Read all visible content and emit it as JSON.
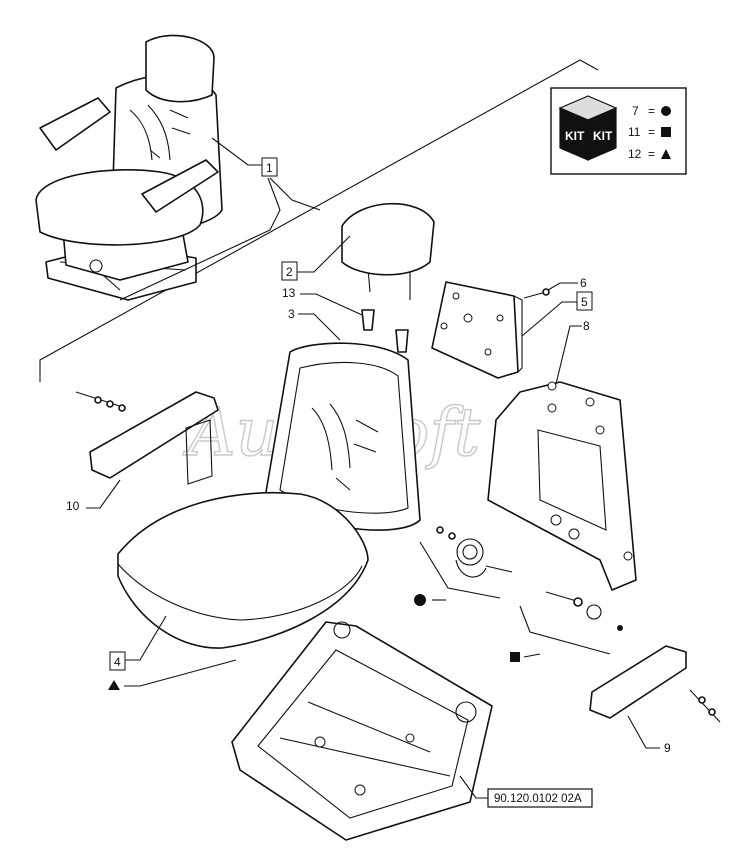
{
  "watermark": "AutoSoft",
  "kit_legend": {
    "box_text": "KIT",
    "rows": [
      {
        "num": "7",
        "symbol": "circle"
      },
      {
        "num": "11",
        "symbol": "square"
      },
      {
        "num": "12",
        "symbol": "triangle"
      }
    ],
    "eq": "="
  },
  "callouts": {
    "c1": "1",
    "c2": "2",
    "c3": "3",
    "c4": "4",
    "c5": "5",
    "c6": "6",
    "c8": "8",
    "c9": "9",
    "c10": "10",
    "c13": "13"
  },
  "reference_code": "90.120.0102 02A",
  "kit_symbols": [
    "circle",
    "square",
    "triangle"
  ]
}
